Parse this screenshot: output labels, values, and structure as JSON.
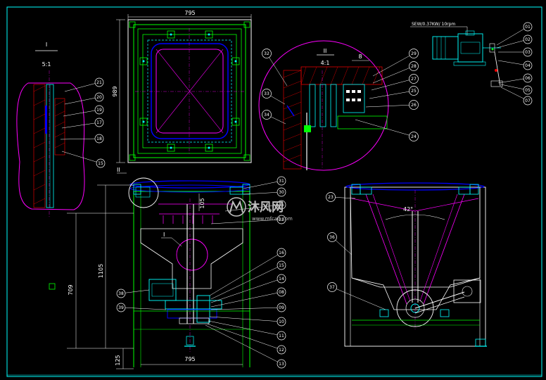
{
  "colors": {
    "background": "#000000",
    "frame": "#00ffff",
    "outline": "#ffffff",
    "structure": "#00ff00",
    "detail": "#ff00ff",
    "seal": "#0000ff",
    "accent": "#ffff00",
    "hatch": "#ff0000"
  },
  "detail_i": {
    "roman": "I",
    "scale": "5:1"
  },
  "detail_ii": {
    "roman": "II",
    "scale": "4:1",
    "dim": "8"
  },
  "motor_label": "SEW/0.37KW/  10rpm",
  "dims": {
    "top_width": "795",
    "top_height": "989",
    "height_total": "1105",
    "height_inner": "709",
    "height_base": "125",
    "bottom_width": "795",
    "small": "105",
    "angle": "42°"
  },
  "balloons": {
    "detail_i": [
      "21",
      "20",
      "19",
      "17",
      "18",
      "15"
    ],
    "detail_ii": [
      "32",
      "33",
      "34",
      "29",
      "28",
      "27",
      "25",
      "26",
      "24"
    ],
    "motor": [
      "01",
      "02",
      "03",
      "04",
      "06",
      "05",
      "07"
    ],
    "front": [
      "31",
      "30",
      "35",
      "22",
      "16",
      "15",
      "14",
      "08",
      "09",
      "10",
      "11",
      "12",
      "13",
      "38",
      "39"
    ],
    "side": [
      "23",
      "36",
      "37"
    ]
  },
  "watermark": {
    "brand": "沐风网",
    "url": "www.mfcad.com"
  }
}
